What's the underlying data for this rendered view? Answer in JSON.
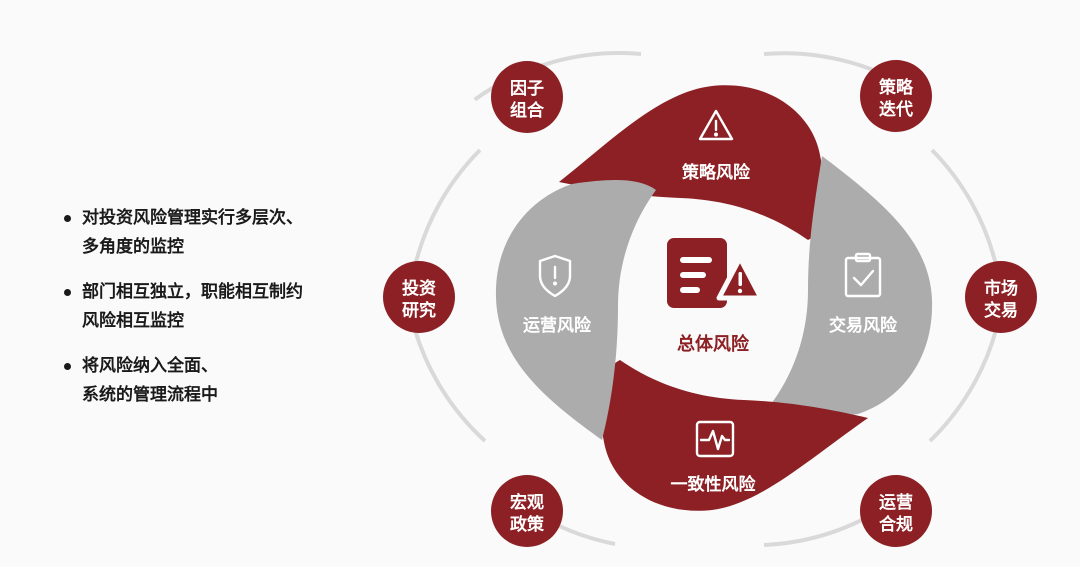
{
  "bullets": [
    {
      "line1": "对投资风险管理实行多层次、",
      "line2": "多角度的监控"
    },
    {
      "line1": "部门相互独立，职能相互制约",
      "line2": "风险相互监控"
    },
    {
      "line1": "将风险纳入全面、",
      "line2": "系统的管理流程中"
    }
  ],
  "center": {
    "label": "总体风险",
    "icon": "risk-document-warning-icon"
  },
  "petals": {
    "top": {
      "label": "策略风险",
      "icon": "warning-triangle-icon"
    },
    "right": {
      "label": "交易风险",
      "icon": "clipboard-check-icon"
    },
    "bottom": {
      "label": "一致性风险",
      "icon": "pulse-monitor-icon"
    },
    "left": {
      "label": "运营风险",
      "icon": "shield-alert-icon"
    }
  },
  "nodes": {
    "factor": {
      "line1": "因子",
      "line2": "组合"
    },
    "strategy": {
      "line1": "策略",
      "line2": "迭代"
    },
    "invest": {
      "line1": "投资",
      "line2": "研究"
    },
    "market": {
      "line1": "市场",
      "line2": "交易"
    },
    "macro": {
      "line1": "宏观",
      "line2": "政策"
    },
    "ops": {
      "line1": "运营",
      "line2": "合规"
    }
  },
  "colors": {
    "accent": "#8c2024",
    "gray": "#acacac",
    "ring": "#d9d9d9"
  }
}
